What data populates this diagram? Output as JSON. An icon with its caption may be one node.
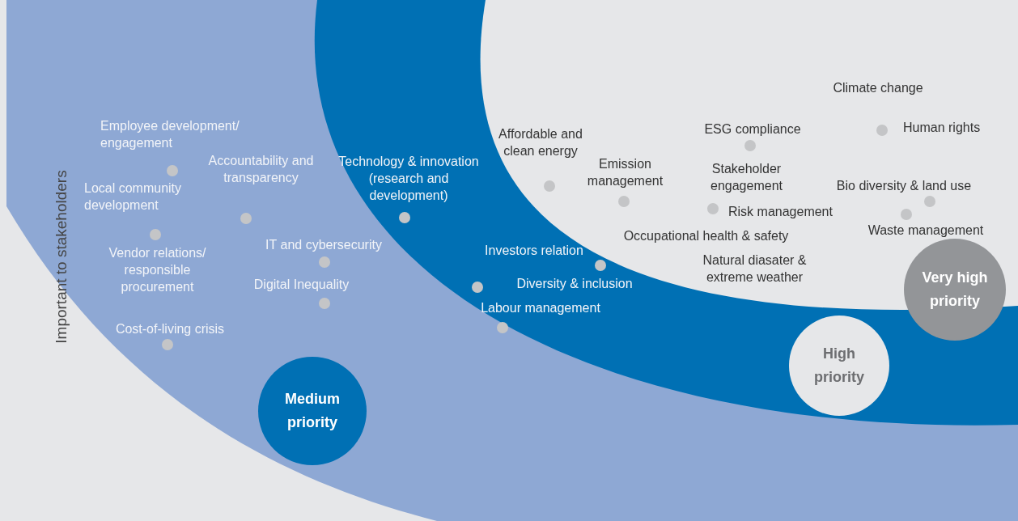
{
  "diagram": {
    "nodes": [
      {
        "text": [
          "Medium priority"
        ]
      },
      {
        "text": [
          "High priority"
        ]
      },
      {
        "text": [
          "Very high priority"
        ]
      }
    ],
    "labels": [
      "Climate change",
      "Employee development/ engagement",
      "ESG compliance",
      "Human rights",
      "Affordable and clean energy",
      "Accountability and transparency",
      "Technology & innovation (research and development)",
      "Emission management",
      "Stakeholder engagement",
      "Bio diversity & land use",
      "Local community development",
      "Risk management",
      "Waste management",
      "Occupational health & safety",
      "IT and cybersecurity",
      "Investors relation",
      "Vendor relations/ responsible procurement",
      "Natural diasater & extreme weather",
      "Digital Inequality",
      "Diversity & inclusion",
      "Labour management",
      "Cost-of-living crisis",
      "Important to stakeholders"
    ]
  }
}
